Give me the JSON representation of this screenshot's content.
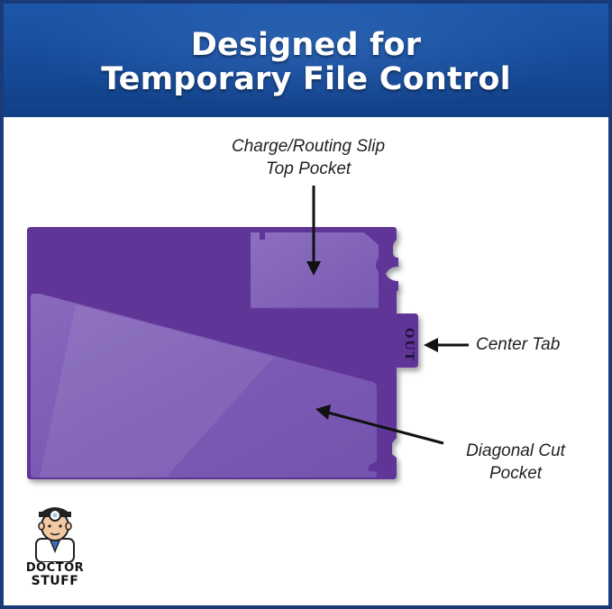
{
  "header": {
    "title_line1": "Designed for",
    "title_line2": "Temporary File Control",
    "bg_color": "#164a98"
  },
  "callouts": {
    "top_pocket_line1": "Charge/Routing Slip",
    "top_pocket_line2": "Top Pocket",
    "center_tab": "Center Tab",
    "diagonal_line1": "Diagonal Cut",
    "diagonal_line2": "Pocket"
  },
  "folder": {
    "tab_text": "OUT",
    "color": "#5e3598"
  },
  "brand": {
    "line1": "DOCTOR",
    "line2": "STUFF"
  }
}
